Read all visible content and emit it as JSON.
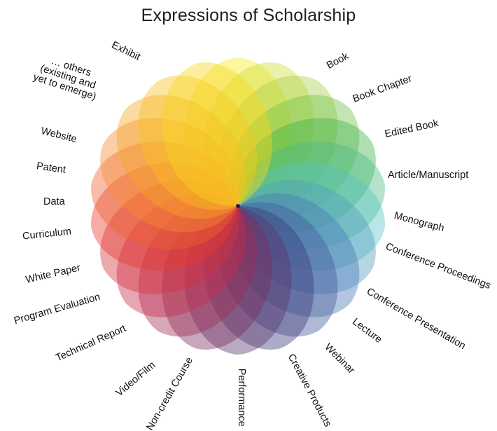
{
  "title": "Expressions of Scholarship",
  "labels": {
    "exhibit": "Exhibit",
    "others": "… others\n(existing and\nyet to emerge)",
    "website": "Website",
    "patent": "Patent",
    "data": "Data",
    "curriculum": "Curriculum",
    "white_paper": "White Paper",
    "program_evaluation": "Program Evaluation",
    "technical_report": "Technical Report",
    "video_film": "Video/Film",
    "non_credit_course": "Non-credit Course",
    "performance": "Performance",
    "creative_products": "Creative Products",
    "webinar": "Webinar",
    "lecture": "Lecture",
    "conference_presentation": "Conference Presentation",
    "conference_proceeding": "Conference Proceedings",
    "monograph": "Monograph",
    "article_manuscript": "Article/Manuscript",
    "edited_book": "Edited Book",
    "book_chapter": "Book Chapter",
    "book": "Book"
  },
  "wheel": {
    "petal_count": 22,
    "center_color": "#2a1c3c",
    "palette": [
      "#f7ec1c",
      "#a8d04a",
      "#3eb24a",
      "#58c3c4",
      "#4a78b8",
      "#3c3a7a",
      "#7a2e5e",
      "#c62a4a",
      "#e83a2c",
      "#f58a30",
      "#f7c21c"
    ]
  }
}
